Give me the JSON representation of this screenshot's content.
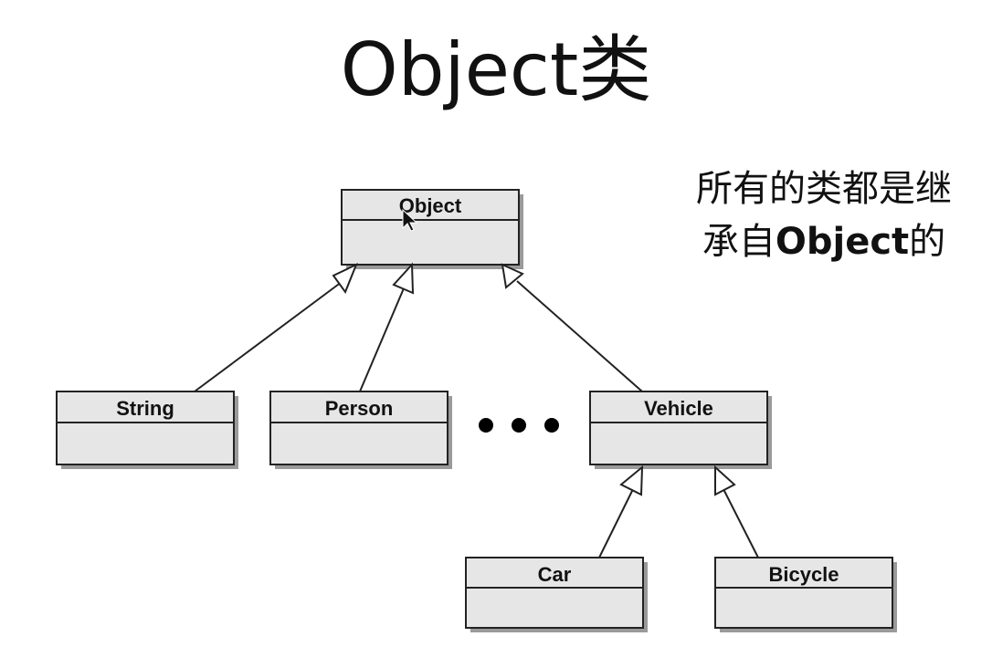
{
  "slide": {
    "title": "Object类",
    "caption_line1": "所有的类都是继",
    "caption_line2_prefix": "承自",
    "caption_line2_bold": "Object",
    "caption_line2_suffix": "的"
  },
  "diagram": {
    "classes": {
      "object": "Object",
      "string": "String",
      "person": "Person",
      "vehicle": "Vehicle",
      "car": "Car",
      "bicycle": "Bicycle"
    },
    "relations": [
      {
        "child": "String",
        "parent": "Object",
        "type": "inheritance"
      },
      {
        "child": "Person",
        "parent": "Object",
        "type": "inheritance"
      },
      {
        "child": "Vehicle",
        "parent": "Object",
        "type": "inheritance"
      },
      {
        "child": "Car",
        "parent": "Vehicle",
        "type": "inheritance"
      },
      {
        "child": "Bicycle",
        "parent": "Vehicle",
        "type": "inheritance"
      }
    ]
  },
  "colors": {
    "box_fill": "#e6e6e6",
    "box_stroke": "#222222",
    "text": "#111111"
  },
  "icons": {
    "ellipsis": "ellipsis-dots-icon",
    "cursor": "mouse-pointer-icon"
  }
}
